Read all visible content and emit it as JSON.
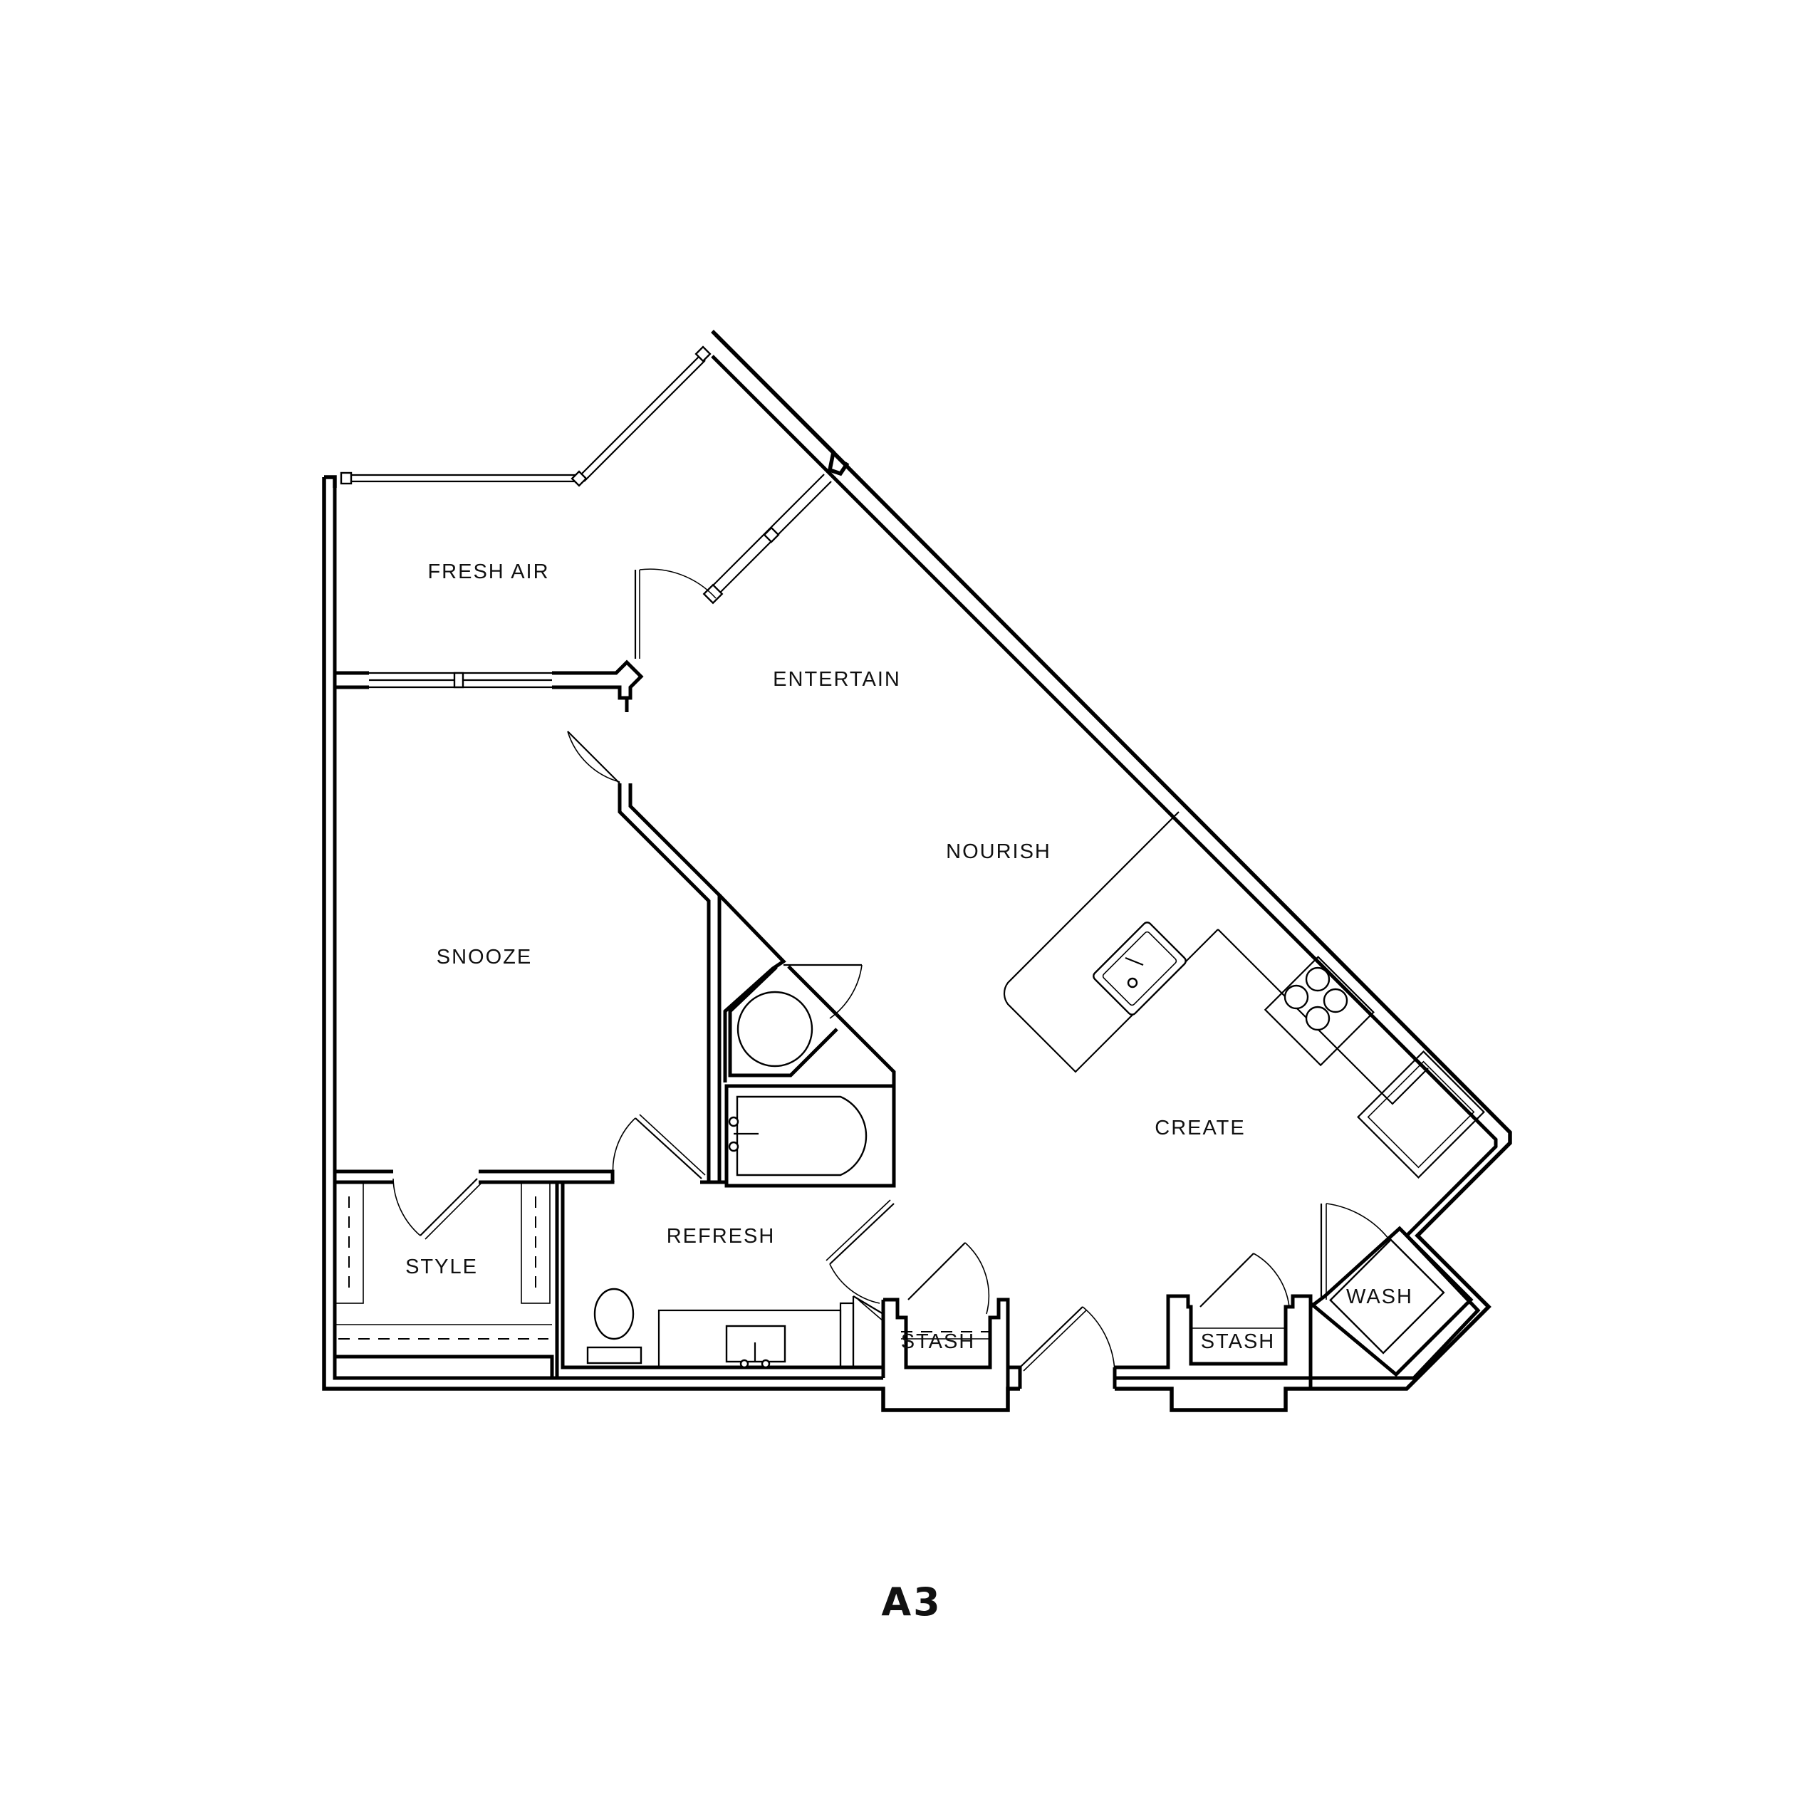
{
  "plan": {
    "name": "A3"
  },
  "rooms": {
    "fresh_air": "FRESH AIR",
    "entertain": "ENTERTAIN",
    "nourish": "NOURISH",
    "snooze": "SNOOZE",
    "create": "CREATE",
    "refresh": "REFRESH",
    "style": "STYLE",
    "stash_1": "STASH",
    "stash_2": "STASH",
    "wash": "WASH"
  },
  "colors": {
    "line": "#000000",
    "background": "#ffffff"
  }
}
